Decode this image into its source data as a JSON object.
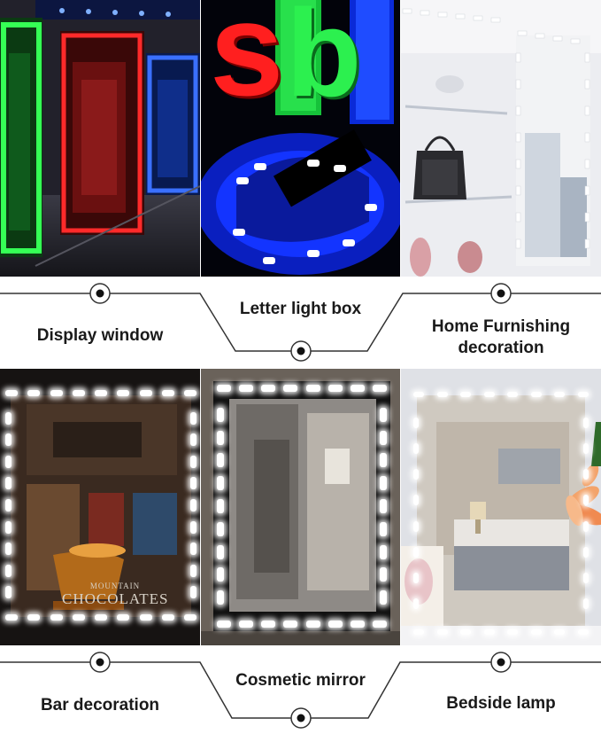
{
  "captions": {
    "display_window": "Display window",
    "letter_light_box": "Letter light box",
    "home_furnishing": "Home Furnishing\ndecoration",
    "bar_decoration": "Bar decoration",
    "cosmetic_mirror": "Cosmetic mirror",
    "bedside_lamp": "Bedside lamp"
  },
  "sign_letters": {
    "s": "s",
    "b": "b"
  },
  "shop_sign": {
    "line1": "MOUNTAIN",
    "line2": "CHOCOLATES"
  },
  "colors": {
    "led_green": "#22ff44",
    "led_red": "#ff2a2a",
    "led_blue": "#2a5bff",
    "led_white": "#ffffff",
    "line": "#333333"
  }
}
